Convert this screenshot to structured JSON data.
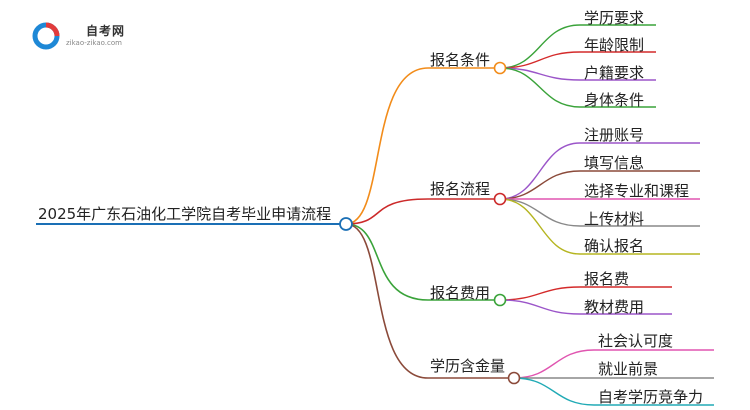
{
  "logo": {
    "title": "自考网",
    "subtitle": "zikao-zikao.com"
  },
  "root": {
    "label": "2025年广东石油化工学院自考毕业申请流程",
    "color": "#1a6fb5"
  },
  "branches": [
    {
      "label": "报名条件",
      "color": "#f28c1a",
      "children": [
        {
          "label": "学历要求",
          "color": "#3aa33a"
        },
        {
          "label": "年龄限制",
          "color": "#d42a2a"
        },
        {
          "label": "户籍要求",
          "color": "#9b55c9"
        },
        {
          "label": "身体条件",
          "color": "#3aa33a"
        }
      ]
    },
    {
      "label": "报名流程",
      "color": "#cc2a2a",
      "children": [
        {
          "label": "注册账号",
          "color": "#9b55c9"
        },
        {
          "label": "填写信息",
          "color": "#8b4a3a"
        },
        {
          "label": "选择专业和课程",
          "color": "#e055b0"
        },
        {
          "label": "上传材料",
          "color": "#888888"
        },
        {
          "label": "确认报名",
          "color": "#b5b520"
        }
      ]
    },
    {
      "label": "报名费用",
      "color": "#3aa33a",
      "children": [
        {
          "label": "报名费",
          "color": "#d42a2a"
        },
        {
          "label": "教材费用",
          "color": "#9b55c9"
        }
      ]
    },
    {
      "label": "学历含金量",
      "color": "#8b4a3a",
      "children": [
        {
          "label": "社会认可度",
          "color": "#e055b0"
        },
        {
          "label": "就业前景",
          "color": "#888888"
        },
        {
          "label": "自考学历竞争力",
          "color": "#20aab5"
        }
      ]
    }
  ]
}
